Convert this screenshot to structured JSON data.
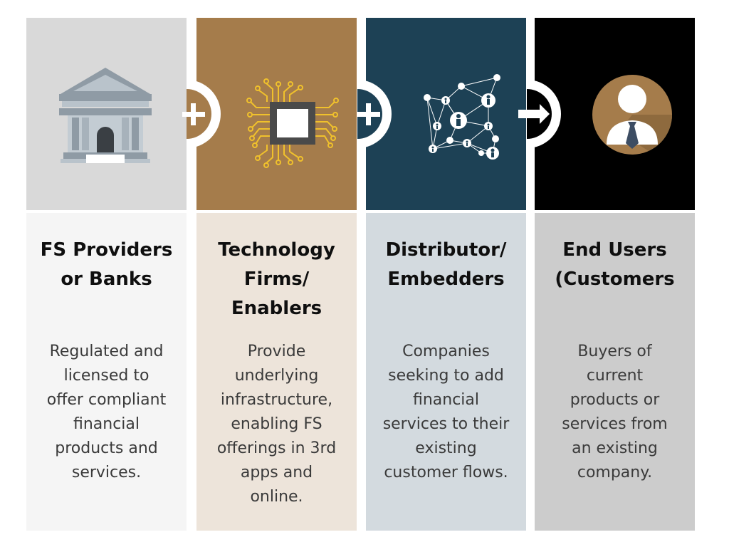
{
  "columns": [
    {
      "heading": "FS Providers\nor Banks",
      "description": "Regulated and\nlicensed to\noffer compliant\nfinancial\nproducts and\nservices.",
      "icon": "bank-building-icon",
      "top_color": "#d9d9d9",
      "bottom_color": "#f5f5f5"
    },
    {
      "heading": "Technology\nFirms/\nEnablers",
      "description": "Provide\nunderlying\ninfrastructure,\nenabling FS\nofferings in 3rd\napps and\nonline.",
      "icon": "microchip-icon",
      "top_color": "#a57c4b",
      "bottom_color": "#ede4da"
    },
    {
      "heading": "Distributor/\nEmbedders",
      "description": "Companies\nseeking to add\nfinancial\nservices to their\nexisting\ncustomer flows.",
      "icon": "people-network-icon",
      "top_color": "#1d4155",
      "bottom_color": "#d3dadf"
    },
    {
      "heading": "End Users\n(Customers",
      "description": "Buyers of\ncurrent\nproducts or\nservices from\nan existing\ncompany.",
      "icon": "businessman-avatar-icon",
      "top_color": "#000000",
      "bottom_color": "#cccccc"
    }
  ],
  "connectors": [
    {
      "icon": "plus-icon"
    },
    {
      "icon": "plus-icon"
    },
    {
      "icon": "arrow-right-icon"
    }
  ]
}
